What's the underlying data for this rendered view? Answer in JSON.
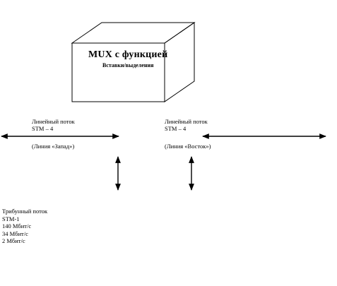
{
  "mux": {
    "title": "MUX  с функцией",
    "subtitle": "Вставки/выделения"
  },
  "west": {
    "line1": "Линейный поток",
    "line2": "STM – 4",
    "caption": "(Линия «Запад»)"
  },
  "east": {
    "line1": "Линейный поток",
    "line2": "STM – 4",
    "caption": "(Линия «Восток»)"
  },
  "tributary": {
    "title": "Трибунный поток",
    "items": [
      "STM-1",
      "140 Мбит/с",
      "34 Мбит/с",
      "2 Мбит/с"
    ]
  }
}
